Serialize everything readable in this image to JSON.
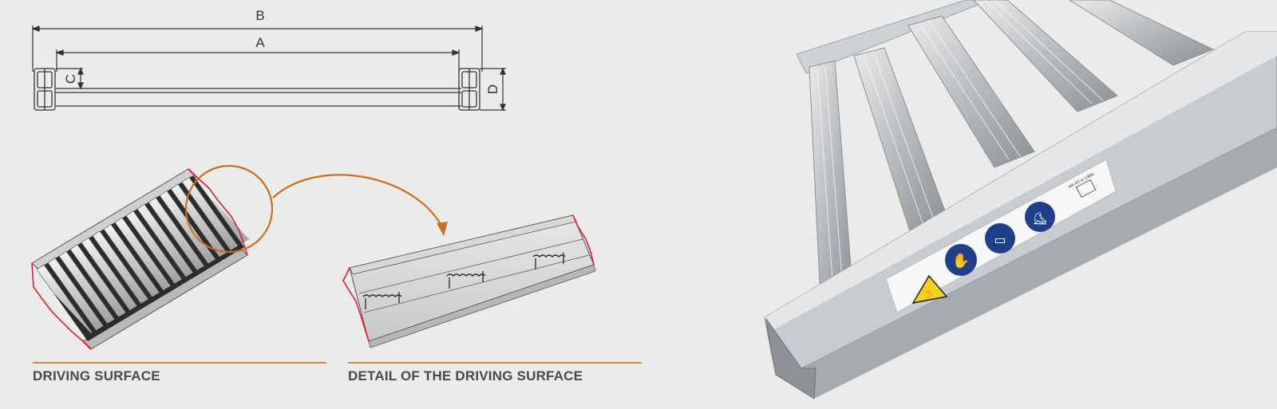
{
  "dimensions": {
    "b": "B",
    "a": "A",
    "c": "C",
    "d": "D"
  },
  "captions": {
    "driving_surface": "DRIVING SURFACE",
    "detail": "DETAIL OF THE DRIVING SURFACE"
  },
  "colors": {
    "accent": "#c8701f",
    "background": "#ebebea",
    "caption_text": "#4a4a4a",
    "cut_edge": "#e0202a",
    "safety_blue": "#1f3f8a",
    "warning_yellow": "#f2d21c"
  },
  "photo": {
    "label_text": "MA-RT-A-10BM",
    "safety_icons": [
      "warning-crush-icon",
      "gloves-icon",
      "manual-icon",
      "safety-shoes-icon"
    ]
  }
}
